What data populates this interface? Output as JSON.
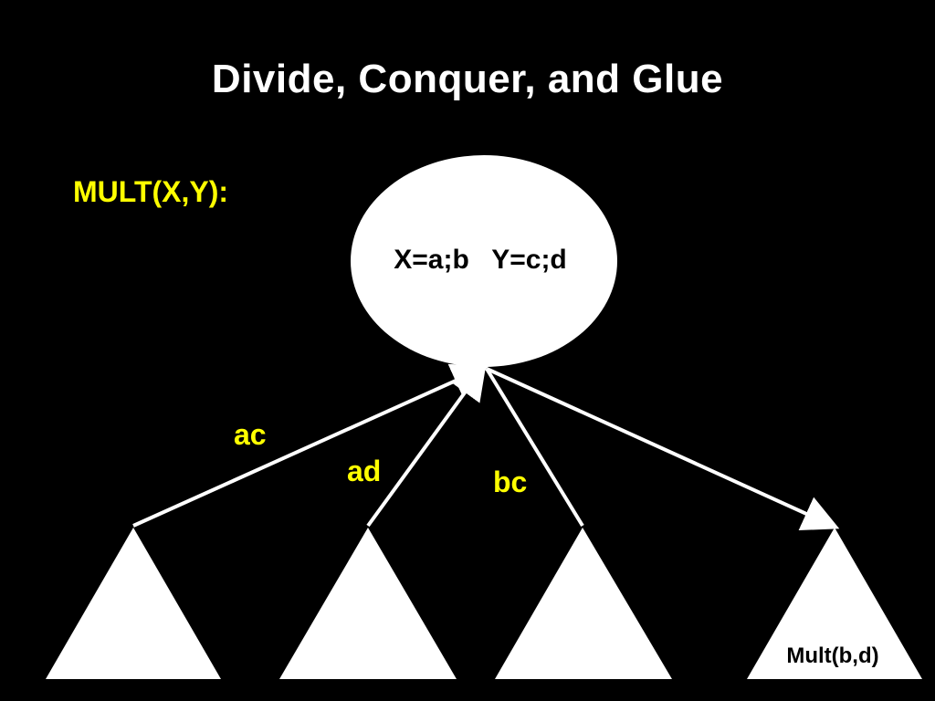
{
  "title": "Divide, Conquer, and Glue",
  "heading": "MULT(X,Y):",
  "root_node": {
    "label": "X=a;b   Y=c;d"
  },
  "edges": [
    {
      "label": "ac"
    },
    {
      "label": "ad"
    },
    {
      "label": "bc"
    },
    {
      "label": ""
    }
  ],
  "leaves": [
    {
      "label": ""
    },
    {
      "label": ""
    },
    {
      "label": ""
    },
    {
      "label": "Mult(b,d)"
    }
  ],
  "colors": {
    "background": "#000000",
    "title": "#ffffff",
    "accent": "#ffff00",
    "shapes": "#ffffff"
  }
}
